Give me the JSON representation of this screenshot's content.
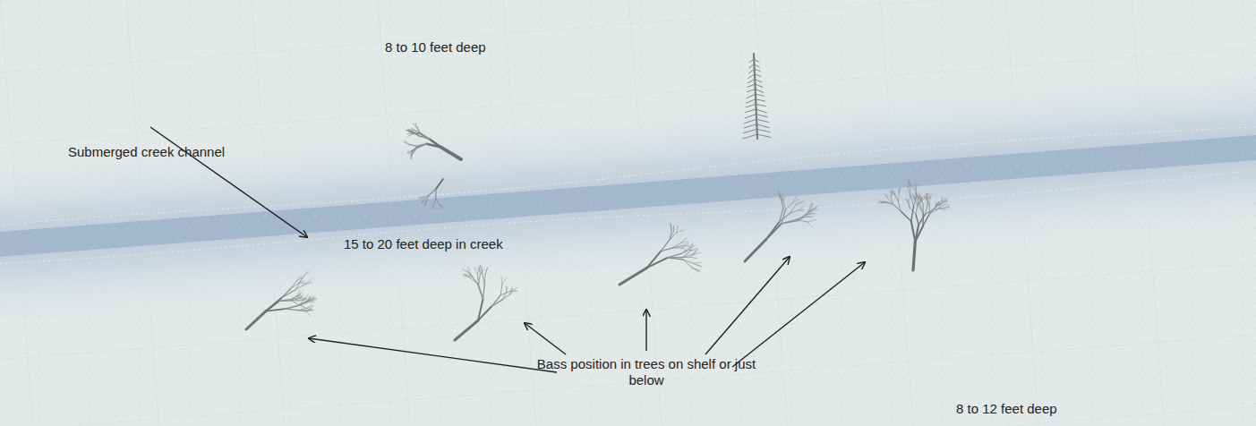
{
  "diagram": {
    "labels": [
      "8 to 10 feet deep",
      "Submerged creek channel",
      "15 to 20 feet deep in creek",
      "Bass position in trees on shelf or just below",
      "8 to 12 feet deep"
    ]
  }
}
